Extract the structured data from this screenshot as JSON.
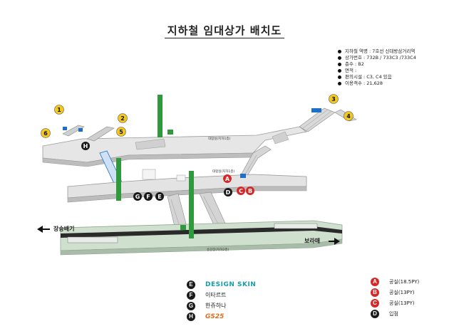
{
  "title": "지하철 임대상가 배치도",
  "info": [
    "지하철 역명 : 7호선 신대방삼거리역",
    "상가번호 : 732B / 733C3 /733C4",
    "층수 : B2",
    "면적 :",
    "편의시설 : C3, C4 있음",
    "이용객수 : 21,628"
  ],
  "exits": [
    "1",
    "2",
    "3",
    "4",
    "5",
    "6"
  ],
  "floor_labels": {
    "upper": "대합실(지하1층)",
    "middle": "대합실(지하1층)",
    "lower": "승강장(지하2층)"
  },
  "shops": {
    "A": "A",
    "B": "B",
    "C": "C",
    "D": "D",
    "E": "E",
    "F": "F",
    "G": "G",
    "H": "H"
  },
  "directions": {
    "left": "장승배기",
    "right": "보라매"
  },
  "legend_left": [
    {
      "key": "E",
      "text": "DESIGN SKIN"
    },
    {
      "key": "F",
      "text": "이타르트"
    },
    {
      "key": "G",
      "text": "한쥬하나"
    },
    {
      "key": "H",
      "text": "GS25"
    }
  ],
  "legend_right": [
    {
      "key": "A",
      "text": "공실(18.5PY)"
    },
    {
      "key": "B",
      "text": "공실(13PY)"
    },
    {
      "key": "C",
      "text": "공실(13PY)"
    },
    {
      "key": "D",
      "text": "입점"
    }
  ],
  "colors": {
    "exit_yellow": "#f2c81e",
    "shop_red": "#d62828",
    "shop_black": "#1a1a1a",
    "elevator_green": "#2e9a3c",
    "stair_blue": "#1e6fc8",
    "brand_teal": "#1a9aa8",
    "brand_orange": "#e36c1a"
  }
}
